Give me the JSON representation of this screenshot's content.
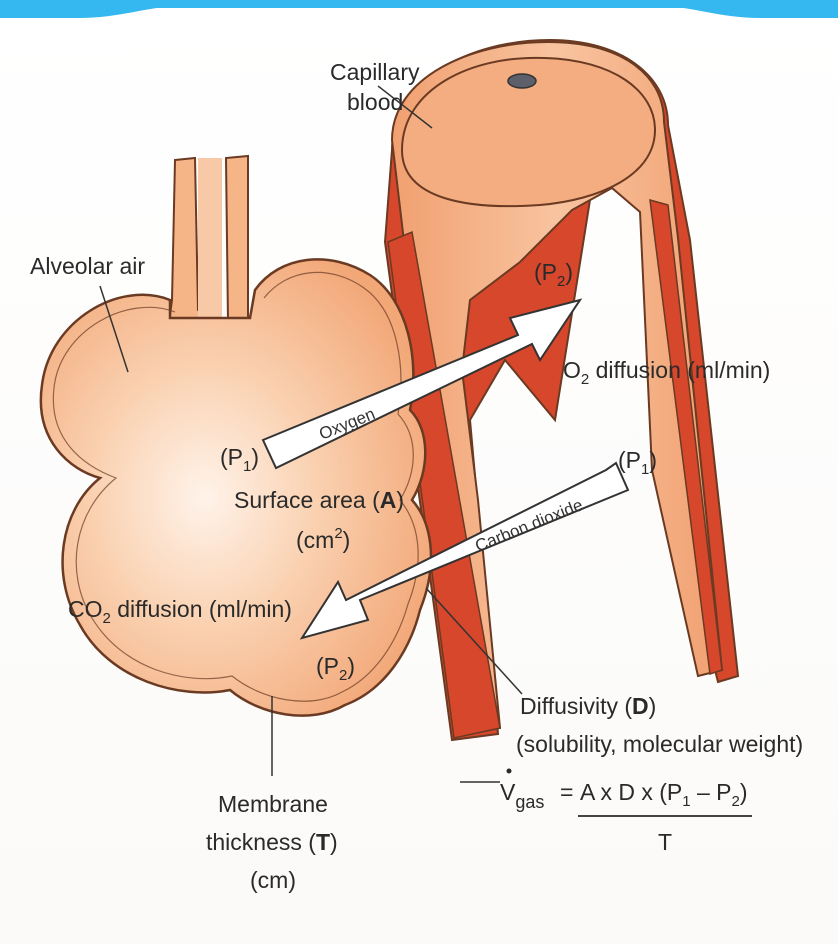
{
  "colors": {
    "header_band": "#35b8ef",
    "tissue_fill": "#f5b587",
    "tissue_highlight": "#fff3ea",
    "tissue_outline": "#6b3a22",
    "vessel_wall": "#d6472b",
    "arrow_fill": "#ffffff",
    "text": "#2a2a2a"
  },
  "labels": {
    "capillary_blood_line1": "Capillary",
    "capillary_blood_line2": "blood",
    "alveolar_air": "Alveolar air",
    "p2_top": "(P",
    "p2_top_sub": "2",
    "p2_top_close": ")",
    "o2_diffusion_prefix": "O",
    "o2_diffusion_sub": "2",
    "o2_diffusion_suffix": " diffusion (ml/min)",
    "oxygen": "Oxygen",
    "p1_left": "(P",
    "p1_left_sub": "1",
    "p1_left_close": ")",
    "carbon_dioxide": "Carbon dioxide",
    "p1_right": "(P",
    "p1_right_sub": "1",
    "p1_right_close": ")",
    "surface_area_text": "Surface area (",
    "surface_area_symbol": "A",
    "surface_area_close": ")",
    "surface_area_unit_open": "(cm",
    "surface_area_unit_sup": "2",
    "surface_area_unit_close": ")",
    "co2_diffusion_prefix": "CO",
    "co2_diffusion_sub": "2",
    "co2_diffusion_suffix": " diffusion (ml/min)",
    "p2_bottom": "(P",
    "p2_bottom_sub": "2",
    "p2_bottom_close": ")",
    "diffusivity_text": "Diffusivity (",
    "diffusivity_symbol": "D",
    "diffusivity_close": ")",
    "diffusivity_detail": "(solubility, molecular weight)",
    "membrane_line1": "Membrane",
    "membrane_line2_text": "thickness (",
    "membrane_line2_symbol": "T",
    "membrane_line2_close": ")",
    "membrane_unit": "(cm)"
  },
  "equation": {
    "lhs_symbol": "V",
    "lhs_subscript": "gas",
    "equals": "=",
    "numerator_text": "A x D x (P",
    "numerator_sub1": "1",
    "numerator_minus": " – P",
    "numerator_sub2": "2",
    "numerator_close": ")",
    "denominator": "T"
  }
}
